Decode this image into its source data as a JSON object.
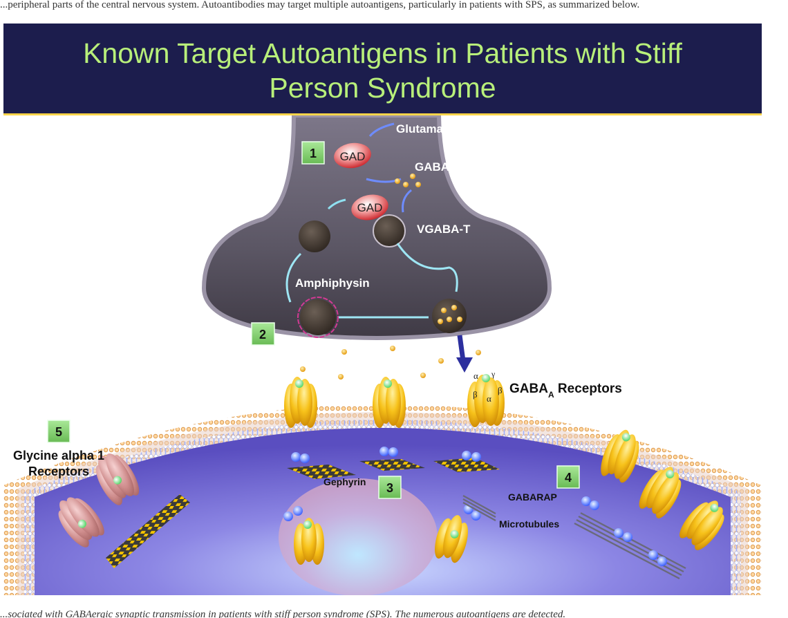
{
  "page_top_text": "...peripheral parts of the central nervous system. Autoantibodies may target multiple autoantigens, particularly in patients with SPS, as summarized below.",
  "page_bottom_text": "...sociated with GABAergic synaptic transmission in patients with stiff person syndrome (SPS). The numerous autoantigens are detected.",
  "title_line1": "Known Target Autoantigens in Patients with Stiff",
  "title_line2": "Person Syndrome",
  "labels": {
    "glutamate": "Glutamate",
    "gaba": "GABA",
    "vgabat": "VGABA-T",
    "amphiphysin": "Amphiphysin",
    "gabaa_main": "GABA",
    "gabaa_sub": "A",
    "gabaa_rest": " Receptors",
    "glycine_line1": "Glycine alpha 1",
    "glycine_line2": "Receptors",
    "gephyrin": "Gephyrin",
    "gabarap": "GABARAP",
    "microtubules": "Microtubules",
    "gad": "GAD",
    "alpha": "α",
    "beta": "β",
    "gamma": "γ"
  },
  "markers": [
    "1",
    "2",
    "3",
    "4",
    "5"
  ],
  "colors": {
    "banner_bg": "#1c1d4d",
    "title": "#b8ef7a",
    "marker_bg": "#7fce6c",
    "terminal": "#5a5563",
    "cell": "#8a86e0",
    "receptor": "#f2b100",
    "gad": "#d8242a"
  }
}
